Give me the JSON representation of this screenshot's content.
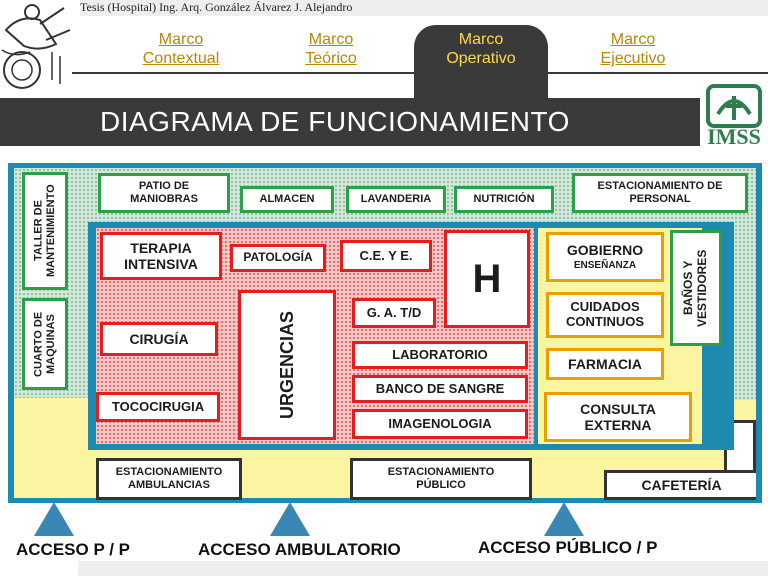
{
  "header": {
    "author": "Tesis (Hospital) Ing. Arq. González Álvarez J. Alejandro"
  },
  "nav": {
    "tabs": [
      {
        "line1": "Marco",
        "line2": "Contextual"
      },
      {
        "line1": "Marco",
        "line2": "Teórico"
      },
      {
        "line1": "Marco",
        "line2": "Operativo"
      },
      {
        "line1": "Marco",
        "line2": "Ejecutivo"
      }
    ],
    "active_index": 2
  },
  "title": "DIAGRAMA DE FUNCIONAMIENTO",
  "logo": {
    "text": "IMSS"
  },
  "rooms": {
    "taller": "TALLER DE MANTENIMIENTO",
    "cuarto": "CUARTO DE MAQUINAS",
    "patio": "PATIO DE MANIOBRAS",
    "almacen": "ALMACEN",
    "lavanderia": "LAVANDERIA",
    "nutricion": "NUTRICIÓN",
    "est_personal": "ESTACIONAMIENTO DE PERSONAL",
    "terapia": "TERAPIA INTENSIVA",
    "patologia": "PATOLOGÍA",
    "ceye": "C.E. Y E.",
    "helipad": "H",
    "gat": "G. A. T/D",
    "cirugia": "CIRUGÍA",
    "urgencias": "URGENCIAS",
    "laboratorio": "LABORATORIO",
    "banco": "BANCO DE SANGRE",
    "tococirugia": "TOCOCIRUGIA",
    "imagenologia": "IMAGENOLOGIA",
    "gobierno": "GOBIERNO",
    "ensenanza": "ENSEÑANZA",
    "cuidados": "CUIDADOS CONTINUOS",
    "farmacia": "FARMACIA",
    "consulta": "CONSULTA EXTERNA",
    "banos": "BAÑOS Y VESTIDORES",
    "est_ambulancias": "ESTACIONAMIENTO AMBULANCIAS",
    "est_publico": "ESTACIONAMIENTO PÚBLICO",
    "cafeteria": "CAFETERÍA"
  },
  "access": {
    "pp": "ACCESO P / P",
    "ambulatorio": "ACCESO AMBULATORIO",
    "publico": "ACCESO PÚBLICO / P"
  },
  "colors": {
    "zone_general": "#1e8ab0",
    "zone_hospital": "#e02020",
    "zone_public": "#e8a000",
    "zone_services": "#2e9e4a",
    "header_band": "#3a3a3a",
    "access_marker": "#3a86b5"
  }
}
